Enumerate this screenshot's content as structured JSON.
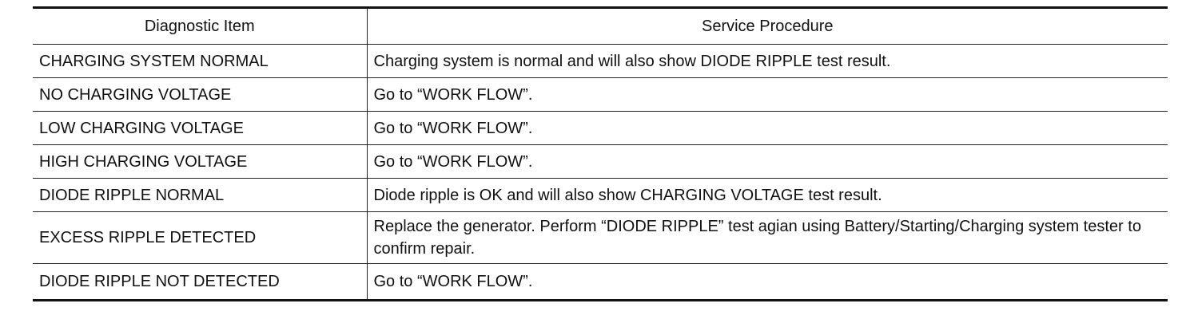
{
  "table": {
    "headers": [
      "Diagnostic Item",
      "Service Procedure"
    ],
    "rows": [
      [
        "CHARGING SYSTEM NORMAL",
        "Charging system is normal and will also show DIODE RIPPLE test result."
      ],
      [
        "NO CHARGING VOLTAGE",
        "Go to “WORK FLOW”."
      ],
      [
        "LOW CHARGING VOLTAGE",
        "Go to “WORK FLOW”."
      ],
      [
        "HIGH CHARGING VOLTAGE",
        "Go to “WORK FLOW”."
      ],
      [
        "DIODE RIPPLE NORMAL",
        "Diode ripple is OK and will also show CHARGING VOLTAGE test result."
      ],
      [
        "EXCESS RIPPLE DETECTED",
        "Replace the generator. Perform “DIODE RIPPLE” test agian using Battery/Starting/Charging system tester to confirm repair."
      ],
      [
        "DIODE RIPPLE NOT DETECTED",
        "Go to “WORK FLOW”."
      ]
    ]
  }
}
